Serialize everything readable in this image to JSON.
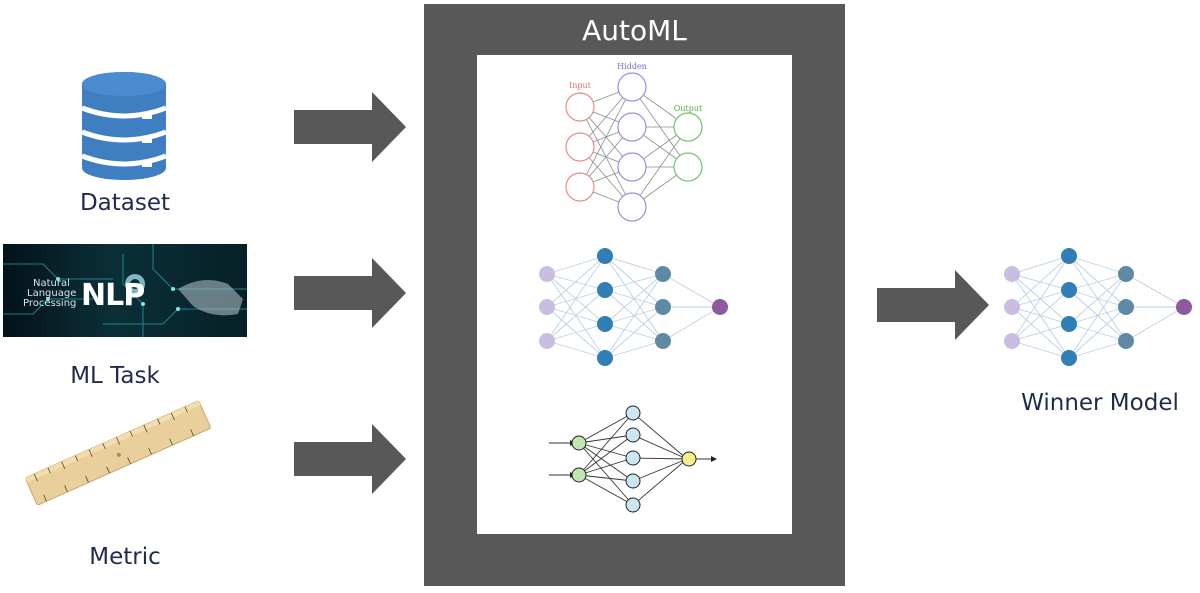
{
  "inputs": {
    "dataset_label": "Dataset",
    "ml_task_label": "ML Task",
    "metric_label": "Metric",
    "nlp_image": {
      "line1": "Natural",
      "line2": "Language",
      "line3": "Processing",
      "big": "NLP"
    }
  },
  "automl": {
    "title": "AutoML",
    "network1": {
      "input_label": "Input",
      "hidden_label": "Hidden",
      "output_label": "Output"
    }
  },
  "output": {
    "label": "Winner Model"
  },
  "colors": {
    "box_bg": "#595859",
    "arrow": "#595859",
    "text": "#1f2b4d",
    "db_blue": "#3f7fc1",
    "node_light_purple": "#cbbde0",
    "node_blue": "#2f7fb6",
    "node_slate": "#5f8aa6",
    "node_purple": "#8e5a9e"
  }
}
